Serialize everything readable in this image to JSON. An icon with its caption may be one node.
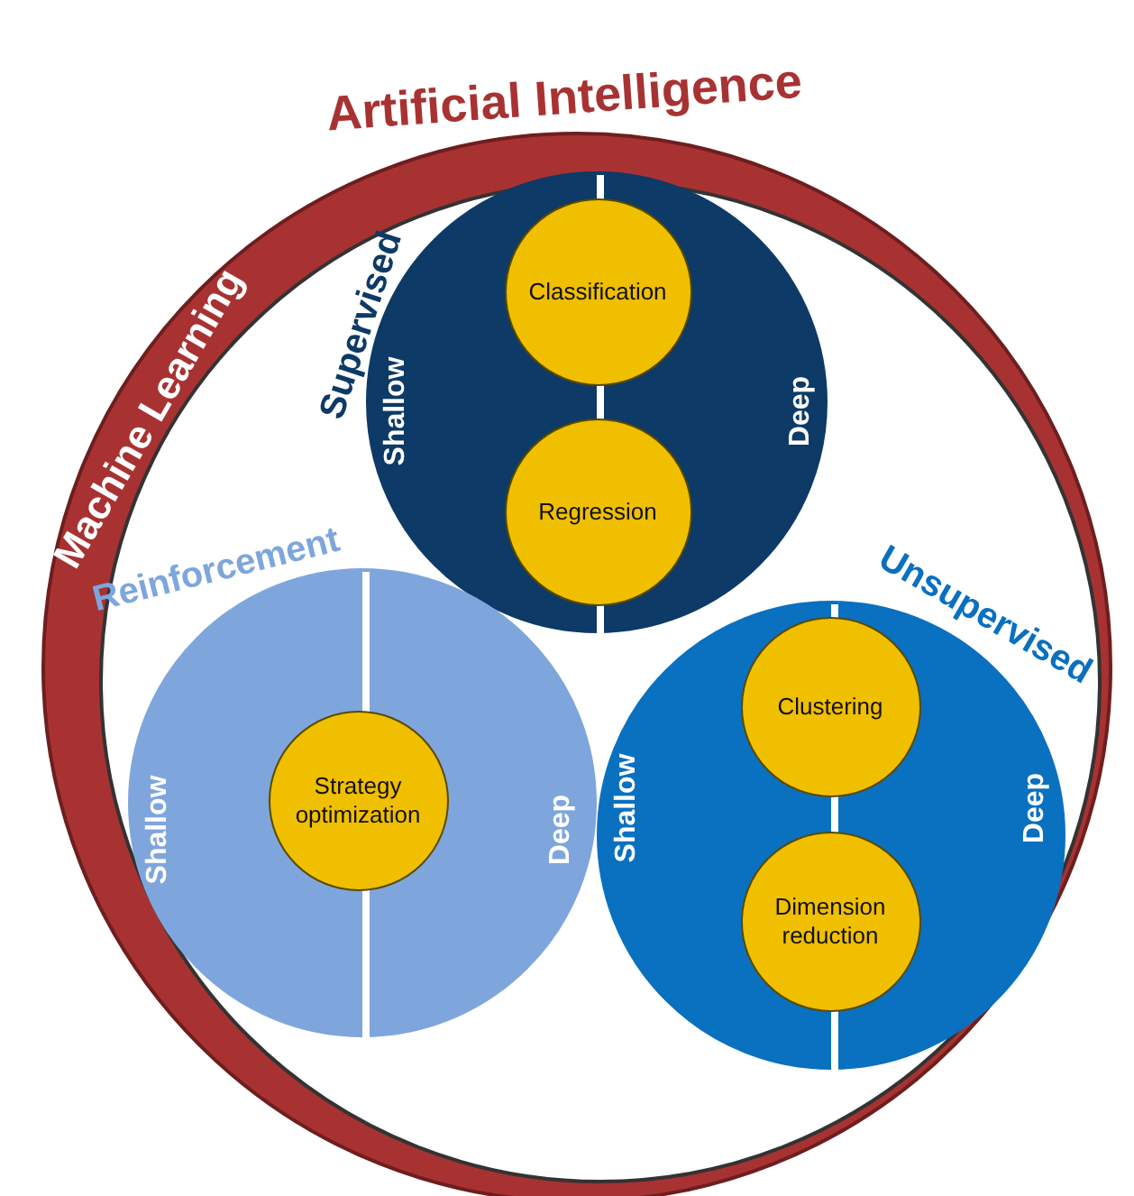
{
  "diagram": {
    "nodes": [
      {
        "text": [
          "Artificial Intelligence"
        ]
      },
      {
        "text": [
          "Machine Learning"
        ],
        "in": 0
      },
      {
        "text": [
          "Supervised",
          "Shallow",
          "Deep"
        ],
        "in": 1
      },
      {
        "text": [
          "Classification"
        ],
        "in": 2
      },
      {
        "text": [
          "Regression"
        ],
        "in": 2
      },
      {
        "text": [
          "Reinforcement",
          "Shallow",
          "Deep"
        ],
        "in": 1
      },
      {
        "text": [
          "Strategy optimization"
        ],
        "in": 5
      },
      {
        "text": [
          "Unsupervised",
          "Shallow",
          "Deep"
        ],
        "in": 1
      },
      {
        "text": [
          "Clustering"
        ],
        "in": 7
      },
      {
        "text": [
          "Dimension reduction"
        ],
        "in": 7
      }
    ]
  }
}
